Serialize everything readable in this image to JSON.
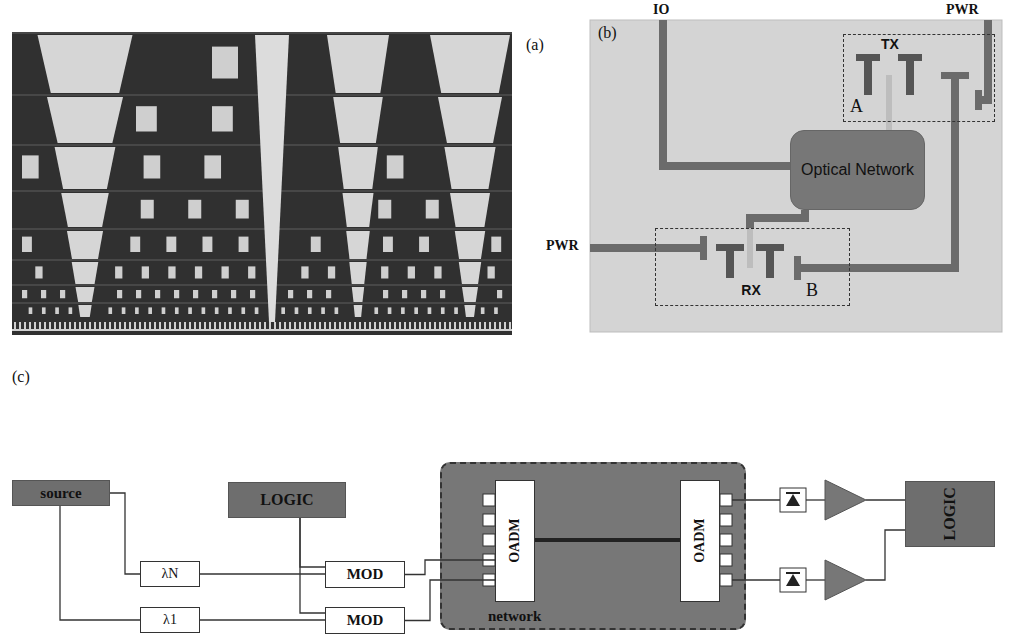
{
  "diagram": {
    "nodes": [
      {
        "text": [
          "TX",
          "A"
        ]
      },
      {
        "text": [
          "Optical Network"
        ]
      },
      {
        "text": [
          "RX",
          "B"
        ]
      },
      {
        "text": [
          "source"
        ]
      },
      {
        "text": [
          "LOGIC"
        ]
      },
      {
        "text": [
          "λN"
        ]
      },
      {
        "text": [
          "λ1"
        ]
      },
      {
        "text": [
          "MOD"
        ]
      },
      {
        "text": [
          "MOD"
        ]
      },
      {
        "text": [
          "network"
        ]
      },
      {
        "text": [
          "OADM"
        ],
        "in": 9
      },
      {
        "text": [
          "OADM"
        ],
        "in": 9
      },
      {
        "text": [
          "LOGIC"
        ]
      }
    ],
    "edges": [
      {
        "from": 1,
        "to": 0,
        "arrow": "none"
      },
      {
        "from": 1,
        "to": 2,
        "arrow": "none"
      },
      {
        "from": 2,
        "to": 0,
        "arrow": "none"
      },
      {
        "from": 3,
        "to": 5,
        "arrow": "none"
      },
      {
        "from": 3,
        "to": 6,
        "arrow": "none"
      },
      {
        "from": 5,
        "to": 7,
        "arrow": "none"
      },
      {
        "from": 6,
        "to": 8,
        "arrow": "none"
      },
      {
        "from": 4,
        "to": 7,
        "arrow": "none"
      },
      {
        "from": 4,
        "to": 8,
        "arrow": "none"
      },
      {
        "from": 7,
        "to": 10,
        "arrow": "none"
      },
      {
        "from": 8,
        "to": 10,
        "arrow": "none"
      },
      {
        "from": 10,
        "to": 11,
        "arrow": "none"
      }
    ],
    "labels": [
      "(a)",
      "(b)",
      "(c)",
      "IO",
      "PWR",
      "PWR"
    ]
  }
}
